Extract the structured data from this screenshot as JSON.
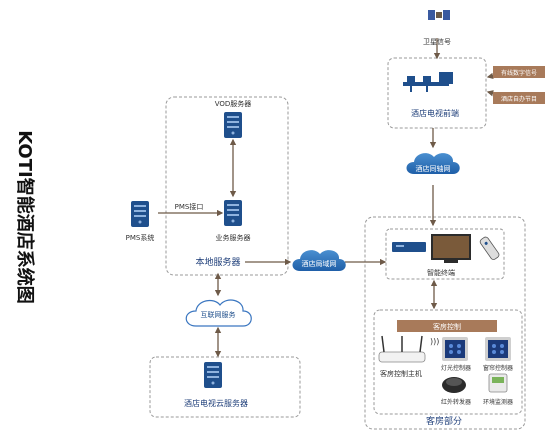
{
  "title": "KOTI智能酒店系统图",
  "satellite": "卫星信号",
  "headend": "酒店电视前端",
  "inputs": [
    "有线数字信号",
    "酒店自办节目"
  ],
  "coax_cloud": "酒店同轴网",
  "vod": "VOD服务器",
  "pms_interface": "PMS接口",
  "pms_system": "PMS系统",
  "business_server": "业务服务器",
  "local_server": "本地服务器",
  "lan_cloud": "酒店局域网",
  "internet_cloud": "互联网服务",
  "cloud_server": "酒店电视云服务器",
  "smart_terminal": "智能终端",
  "room_control": "客房控制",
  "room_host": "客房控制主机",
  "light_ctrl": "灯光控制器",
  "curtain_ctrl": "窗帘控制器",
  "ir_transmitter": "红外转发器",
  "env_detector": "环境监测器",
  "guest_room": "客房部分",
  "colors": {
    "line": "#7a6a5a",
    "server": "#1f4f8c",
    "cloud": "#2a6fb5",
    "tag": "#a87a5a",
    "dash": "#9a9a9a"
  }
}
